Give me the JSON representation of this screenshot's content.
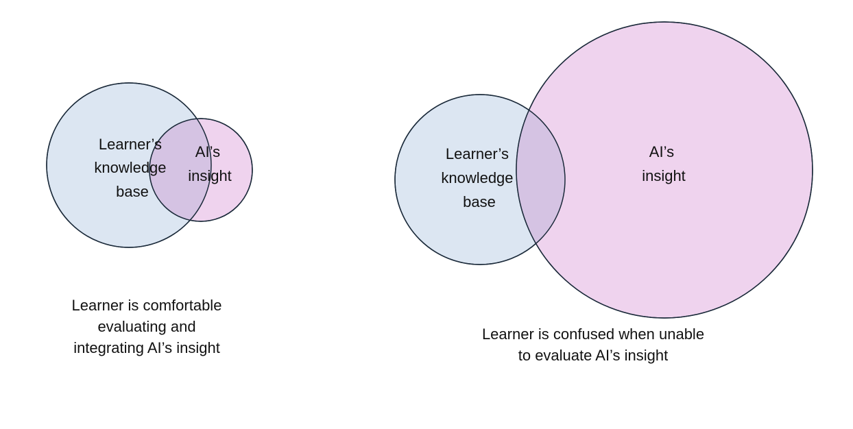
{
  "colors": {
    "knowledge_fill": "#dce6f2",
    "insight_fill": "#efd3ee",
    "overlap_fill": "#d5c3e3",
    "stroke": "#1b2a3a"
  },
  "diagram_left": {
    "learner_label": [
      "Learner’s",
      "knowledge",
      "base"
    ],
    "ai_label": [
      "AI’s",
      "insight"
    ],
    "caption": [
      "Learner is comfortable",
      "evaluating and",
      "integrating AI’s insight"
    ]
  },
  "diagram_right": {
    "learner_label": [
      "Learner’s",
      "knowledge",
      "base"
    ],
    "ai_label": [
      "AI’s",
      "insight"
    ],
    "caption": [
      "Learner is confused when unable",
      "to evaluate  AI’s insight"
    ]
  }
}
